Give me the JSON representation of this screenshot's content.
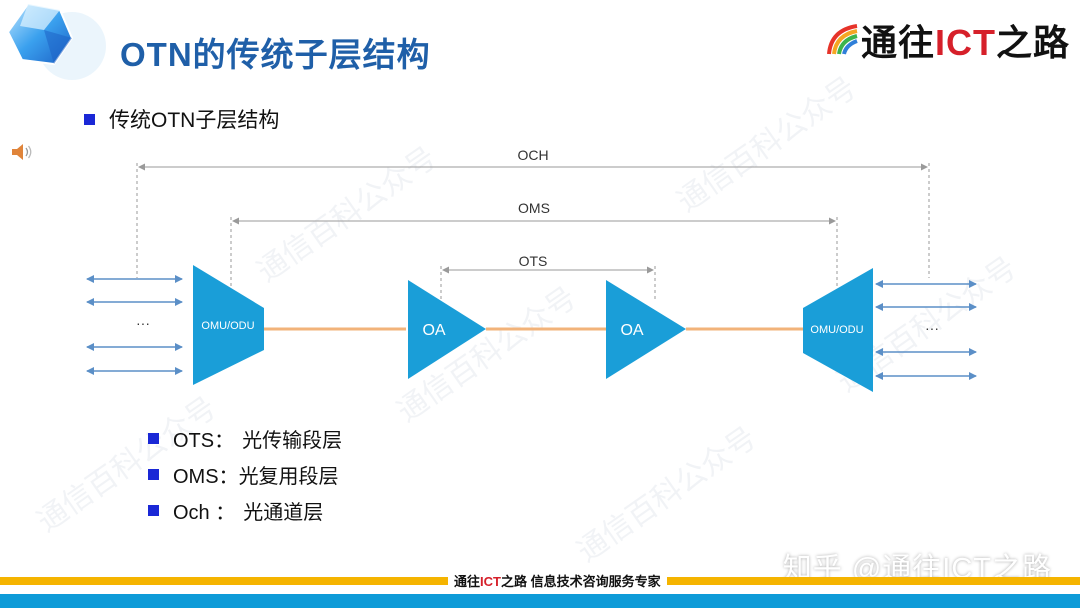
{
  "header": {
    "title": "OTN的传统子层结构",
    "brand_prefix": "通往",
    "brand_highlight": "ICT",
    "brand_suffix": "之路"
  },
  "main_bullet": "传统OTN子层结构",
  "diagram": {
    "och_label": "OCH",
    "oms_label": "OMS",
    "ots_label": "OTS",
    "left_mux_label": "OMU/ODU",
    "right_mux_label": "OMU/ODU",
    "amp1_label": "OA",
    "amp2_label": "OA",
    "left_ellipsis": "···",
    "right_ellipsis": "···"
  },
  "legend": [
    {
      "abbr": "OTS：",
      "desc": "光传输段层"
    },
    {
      "abbr": "OMS：",
      "desc": "光复用段层"
    },
    {
      "abbr": "Och ：",
      "desc": "光通道层"
    }
  ],
  "footer": {
    "prefix": "通往",
    "highlight": "ICT",
    "suffix": "之路 信息技术咨询服务专家"
  },
  "watermark": {
    "zhihu": "知乎 @通往ICT之路",
    "faint": "通信百科公众号"
  },
  "colors": {
    "title": "#1f5fa8",
    "device_fill": "#1a9ed8",
    "fiber": "#f2b37a",
    "arrow": "#5b8fc7",
    "bullet": "#1a28d6",
    "footer_yellow": "#f5b400",
    "footer_blue": "#0e9bd8"
  }
}
